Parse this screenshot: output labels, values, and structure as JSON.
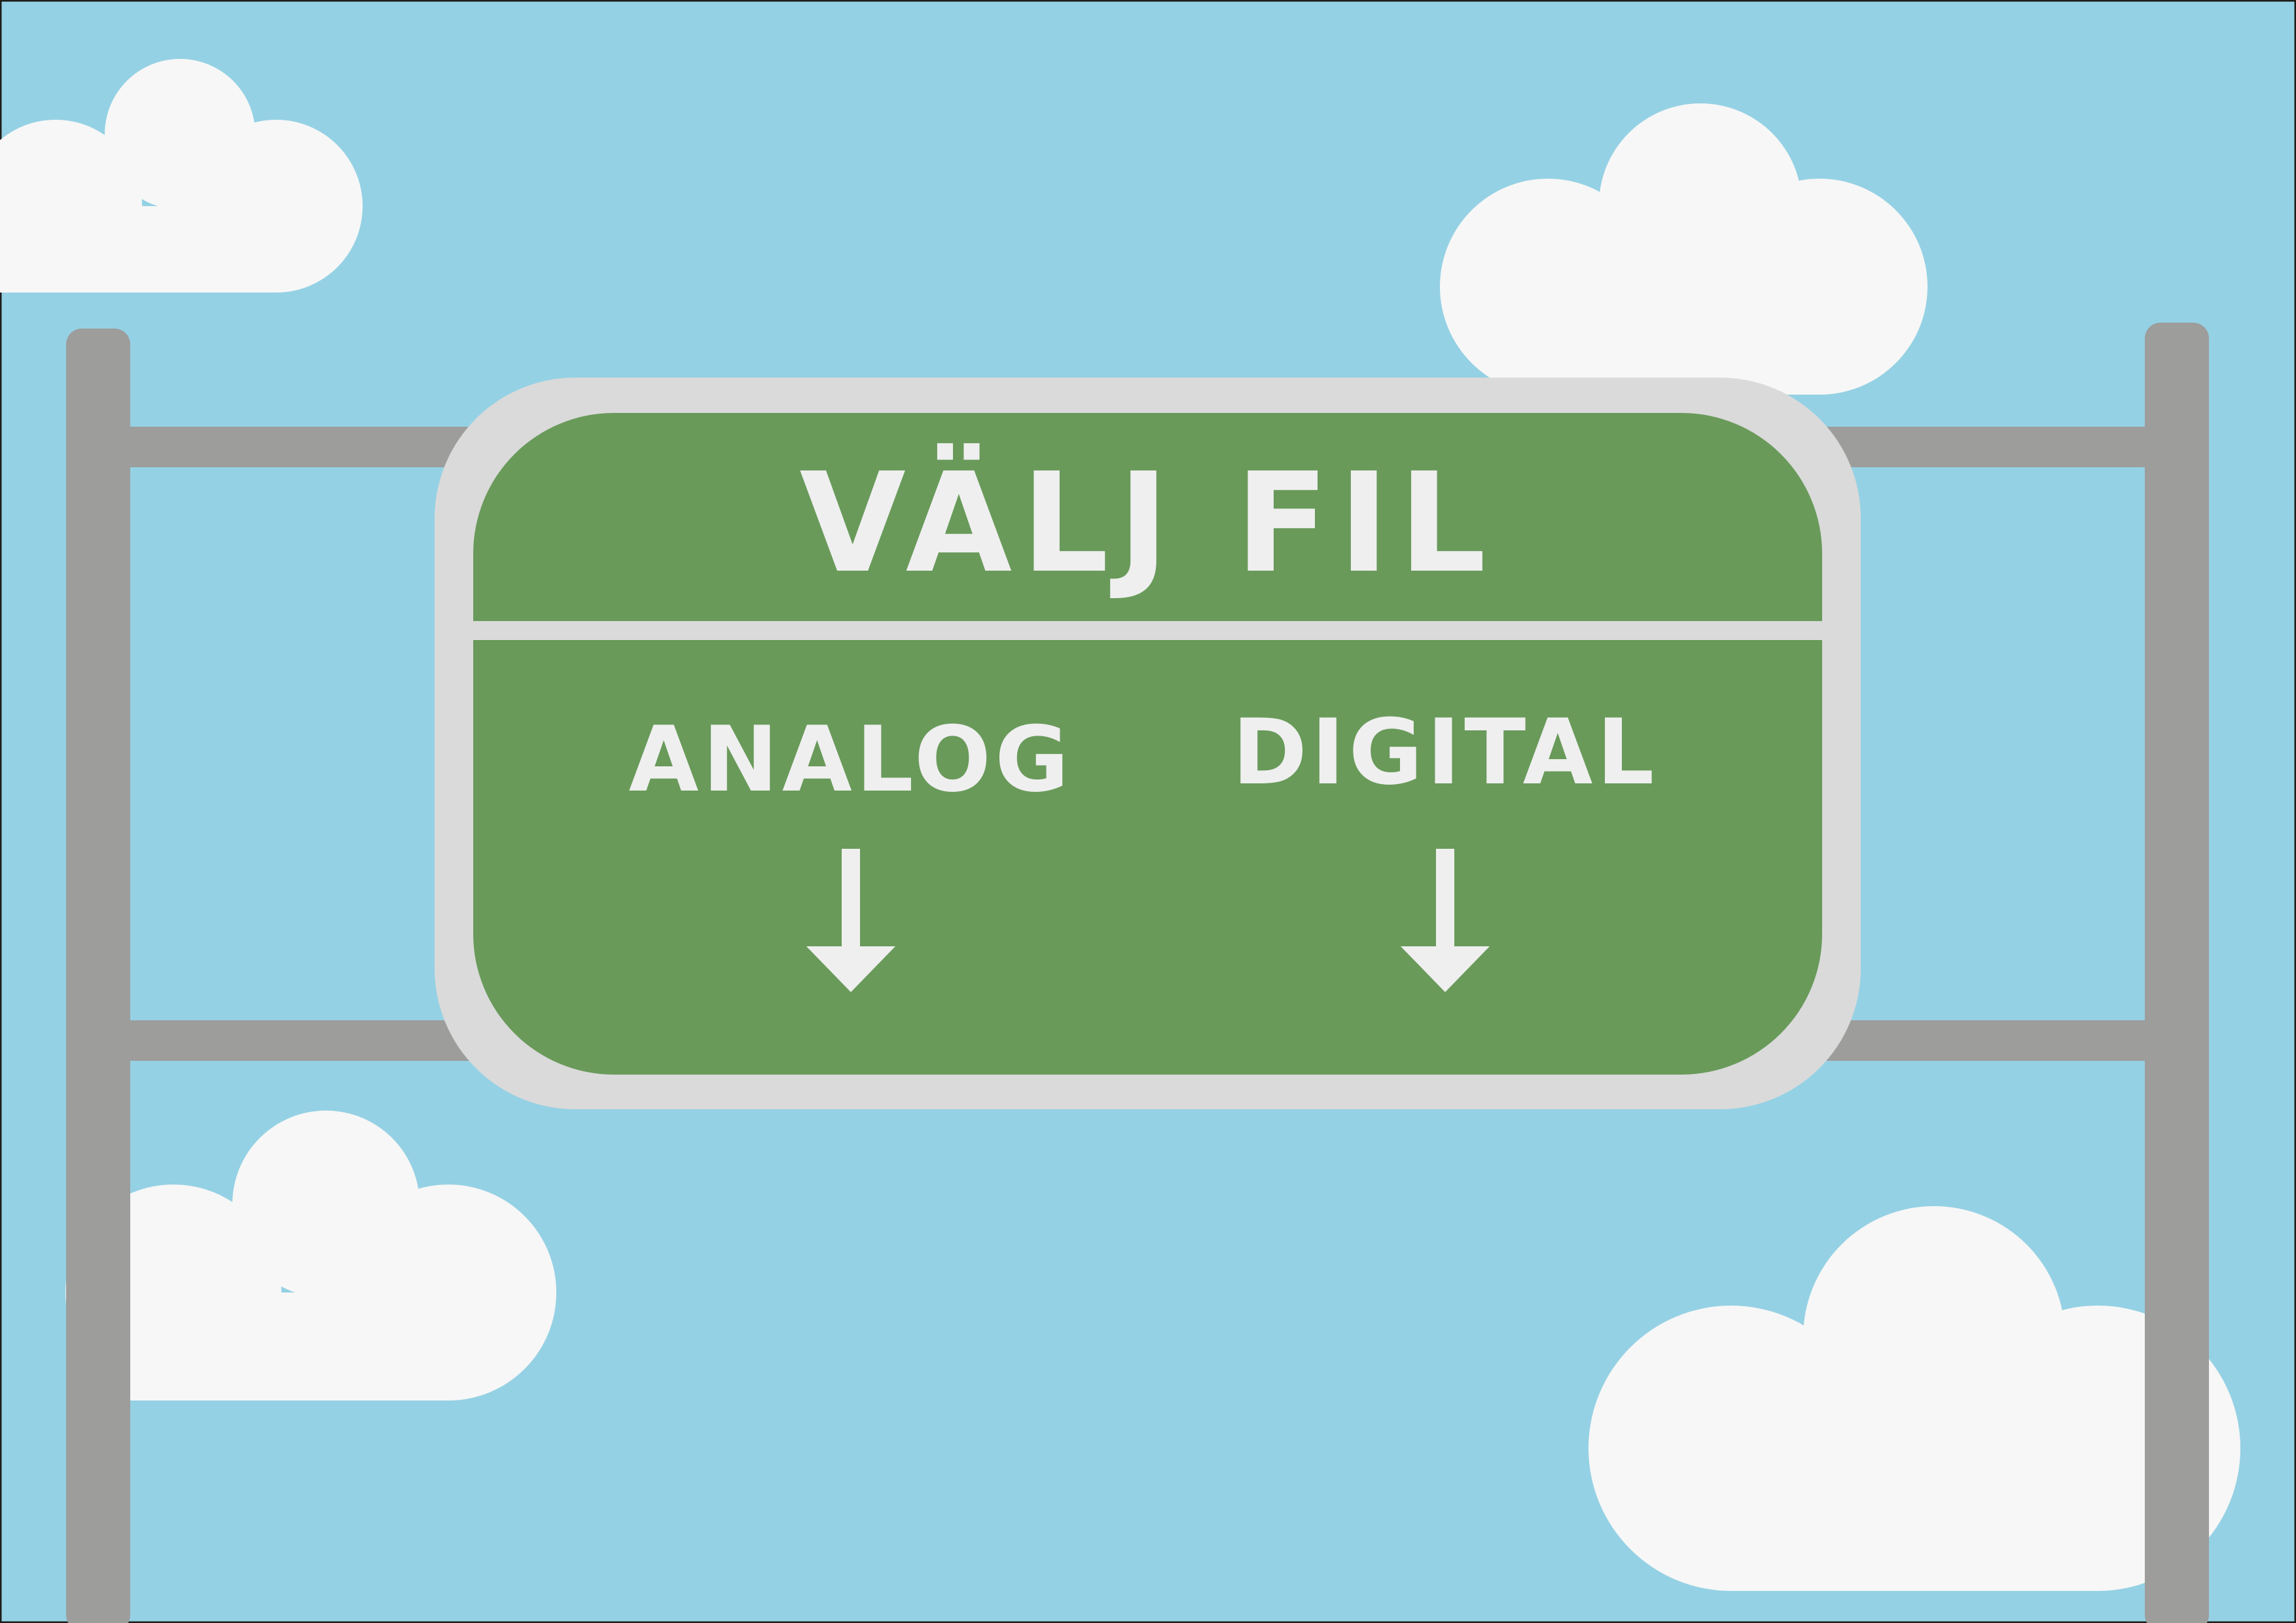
{
  "sign": {
    "title": "VÄLJ FIL",
    "lanes": [
      {
        "label": "ANALOG"
      },
      {
        "label": "DIGITAL"
      }
    ]
  },
  "icons": {
    "lane_arrow": "arrow-down-icon",
    "cloud": "cloud-icon"
  },
  "colors": {
    "sky": "#95d1e4",
    "cloud": "#f7f7f7",
    "post": "#9d9d9c",
    "sign_border": "#dadada",
    "sign_face": "#699a5a",
    "sign_text": "#efefef"
  }
}
